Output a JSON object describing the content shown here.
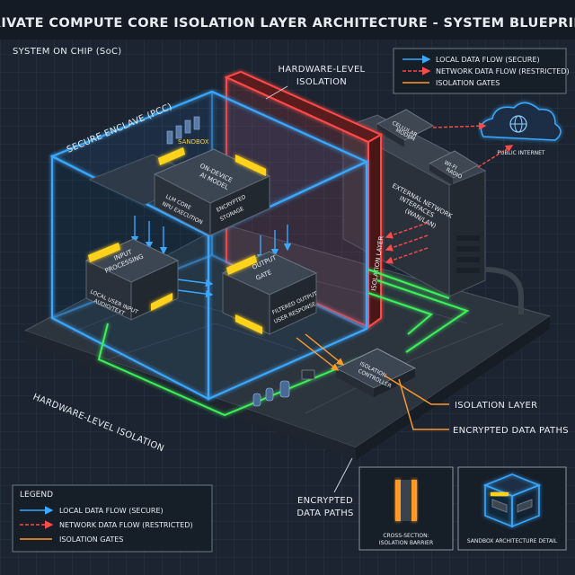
{
  "title": "PRIVATE COMPUTE CORE ISOLATION LAYER ARCHITECTURE - SYSTEM BLUEPRINT",
  "subtitle": "SYSTEM ON CHIP (SoC)",
  "legend_top": {
    "items": [
      {
        "label": "LOCAL DATA FLOW (SECURE)",
        "color": "#3aa8ff"
      },
      {
        "label": "NETWORK DATA FLOW (RESTRICTED)",
        "color": "#ff4a4a"
      },
      {
        "label": "ISOLATION GATES",
        "color": "#ff9a2a"
      }
    ]
  },
  "legend_bottom": {
    "heading": "LEGEND",
    "items": [
      {
        "label": "LOCAL DATA FLOW (SECURE)",
        "color": "#3aa8ff"
      },
      {
        "label": "NETWORK DATA FLOW (RESTRICTED)",
        "color": "#ff4a4a"
      },
      {
        "label": "ISOLATION GATES",
        "color": "#ff9a2a"
      }
    ]
  },
  "labels": {
    "hardware_level_isolation_top_1": "HARDWARE-LEVEL",
    "hardware_level_isolation_top_2": "ISOLATION",
    "secure_enclave": "SECURE ENCLAVE (PCC)",
    "sandbox": "SANDBOX",
    "ondevice_1": "ON-DEVICE",
    "ondevice_2": "AI MODEL",
    "llm_core_1": "LLM CORE",
    "llm_core_2": "NPU EXECUTION",
    "encrypted_storage_1": "ENCRYPTED",
    "encrypted_storage_2": "STORAGE",
    "input_1": "INPUT",
    "input_2": "PROCESSING",
    "input_sub_1": "LOCAL USER INPUT",
    "input_sub_2": "AUDIO/TEXT",
    "output_1": "OUTPUT",
    "output_2": "GATE",
    "output_sub_1": "FILTERED OUTPUT",
    "output_sub_2": "USER RESPONSE",
    "isolation_layer_vertical": "ISOLATION LAYER",
    "cellular_1": "CELLULAR",
    "cellular_2": "MODEM",
    "wifi_1": "WI-FI",
    "wifi_2": "RADIO",
    "public_internet": "PUBLIC INTERNET",
    "external_1": "EXTERNAL NETWORK",
    "external_2": "INTERFACES",
    "external_3": "(WAN/LAN)",
    "isolation_controller_1": "ISOLATION",
    "isolation_controller_2": "CONTROLLER",
    "isolation_layer_callout": "ISOLATION LAYER",
    "encrypted_paths_callout": "ENCRYPTED DATA PATHS",
    "hardware_level_isolation_left": "HARDWARE-LEVEL ISOLATION",
    "encrypted_paths_bottom_1": "ENCRYPTED",
    "encrypted_paths_bottom_2": "DATA PATHS",
    "cross_section_1": "CROSS-SECTION:",
    "cross_section_2": "ISOLATION BARRIER",
    "sandbox_detail": "SANDBOX ARCHITECTURE DETAIL"
  },
  "colors": {
    "blue": "#3aa8ff",
    "red": "#ff4a4a",
    "green": "#3df05a",
    "yellow": "#ffd21f",
    "orange": "#ff9a2a"
  }
}
